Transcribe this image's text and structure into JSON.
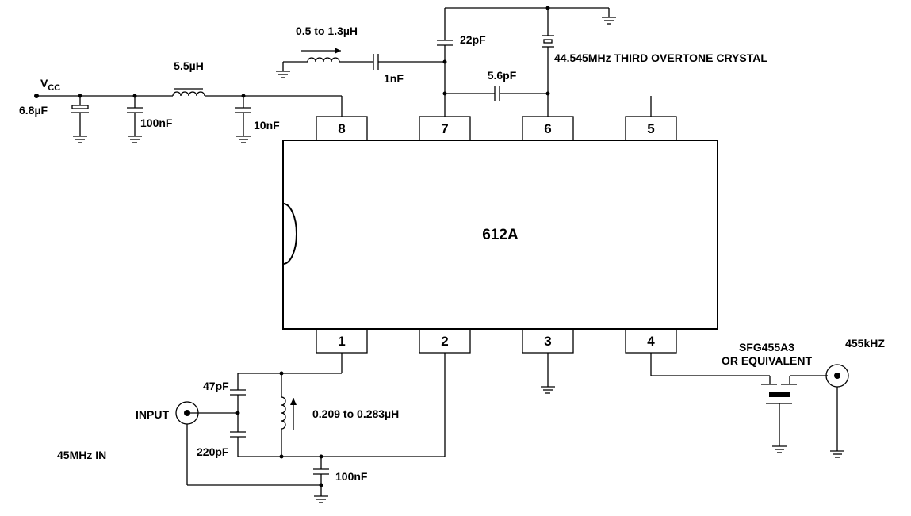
{
  "chip": {
    "name": "612A"
  },
  "pins": {
    "p1": "1",
    "p2": "2",
    "p3": "3",
    "p4": "4",
    "p5": "5",
    "p6": "6",
    "p7": "7",
    "p8": "8"
  },
  "supply": {
    "v": "V",
    "sub": "CC",
    "cap_bulk": "6.8µF",
    "cap_100n": "100nF",
    "inductor": "5.5µH",
    "cap_10n": "10nF"
  },
  "oscillator": {
    "var_inductor": "0.5 to 1.3µH",
    "cap_1n": "1nF",
    "cap_22p": "22pF",
    "cap_5p6": "5.6pF",
    "crystal": "44.545MHz THIRD OVERTONE CRYSTAL"
  },
  "input": {
    "connector": "INPUT",
    "freq": "45MHz IN",
    "cap_47p": "47pF",
    "cap_220p": "220pF",
    "var_inductor": "0.209 to 0.283µH",
    "cap_100n": "100nF"
  },
  "output": {
    "filter_line1": "SFG455A3",
    "filter_line2": "OR EQUIVALENT",
    "freq": "455kHZ"
  }
}
